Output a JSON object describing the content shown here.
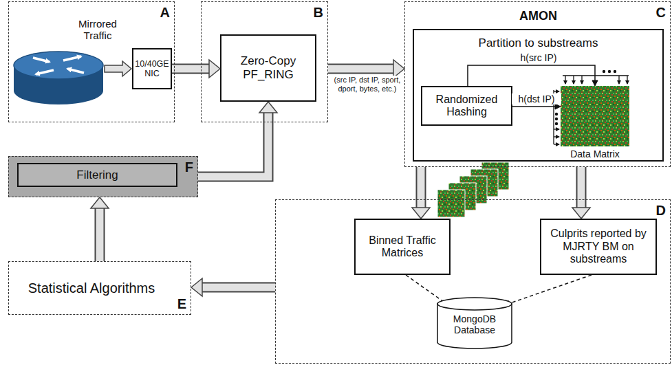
{
  "diagram": {
    "nodes": [
      {
        "text": [
          "A"
        ]
      },
      {
        "text": [
          "10/40GE NIC"
        ],
        "in": 0
      },
      {
        "text": [
          "B"
        ]
      },
      {
        "text": [
          "Zero-Copy PF_RING"
        ],
        "in": 2
      },
      {
        "text": [
          "C"
        ]
      },
      {
        "text": [
          "AMON",
          "Partition to substreams"
        ],
        "in": 4
      },
      {
        "text": [
          "Randomized Hashing"
        ],
        "in": 5
      },
      {
        "text": [
          "Data Matrix"
        ],
        "in": 5
      },
      {
        "text": [
          "F"
        ]
      },
      {
        "text": [
          "Filtering"
        ],
        "in": 8
      },
      {
        "text": [
          "D"
        ]
      },
      {
        "text": [
          "Binned Traffic Matrices"
        ],
        "in": 10
      },
      {
        "text": [
          "Culprits reported by MJRTY BM on substreams"
        ],
        "in": 10
      },
      {
        "text": [
          "MongoDB Database"
        ],
        "in": 10
      },
      {
        "text": [
          "Statistical Algorithms",
          "E"
        ]
      }
    ],
    "edges": [
      {
        "from": 1,
        "to": 3,
        "arrow": "to"
      },
      {
        "from": 2,
        "to": 4,
        "label": "(src IP, dst IP, sport, dport, bytes, etc.)",
        "arrow": "to"
      },
      {
        "from": 6,
        "to": 7,
        "label": "h(src IP)",
        "arrow": "to"
      },
      {
        "from": 6,
        "to": 7,
        "label": "h(dst IP)",
        "arrow": "to"
      },
      {
        "from": 4,
        "to": 11,
        "arrow": "to"
      },
      {
        "from": 4,
        "to": 12,
        "arrow": "to"
      },
      {
        "from": 11,
        "to": 13,
        "arrow": "to"
      },
      {
        "from": 12,
        "to": 13,
        "arrow": "to"
      },
      {
        "from": 10,
        "to": 14,
        "arrow": "to"
      },
      {
        "from": 14,
        "to": 8,
        "arrow": "to"
      },
      {
        "from": 8,
        "to": 3,
        "arrow": "to"
      }
    ],
    "labels": [
      "Mirrored Traffic"
    ]
  }
}
